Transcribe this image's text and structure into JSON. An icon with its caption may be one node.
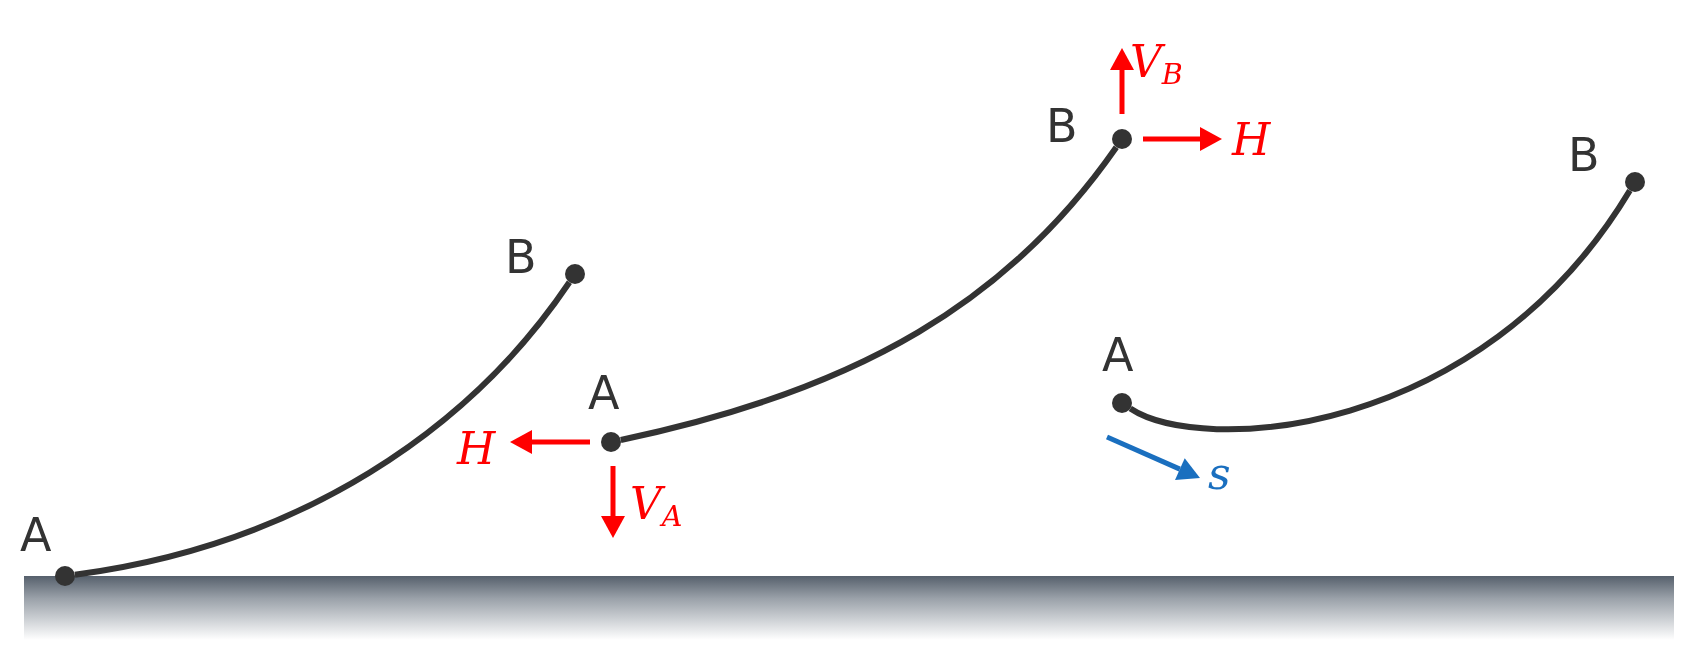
{
  "diagram": {
    "nodes": [
      {
        "text": [],
        "shape": "circle",
        "beside": [
          "A"
        ]
      },
      {
        "text": [],
        "shape": "circle",
        "beside": [
          "B"
        ]
      },
      {
        "text": [],
        "shape": "circle",
        "beside": [
          "A"
        ]
      },
      {
        "text": [],
        "shape": "circle",
        "beside": [
          "B"
        ]
      },
      {
        "text": [],
        "shape": "circle",
        "beside": [
          "A"
        ]
      },
      {
        "text": [],
        "shape": "circle",
        "beside": [
          "B"
        ]
      }
    ],
    "edges": [
      {
        "from": 0,
        "to": 1,
        "arrow": "none"
      },
      {
        "from": 2,
        "to": 3,
        "arrow": "none"
      },
      {
        "from": 4,
        "to": 5,
        "arrow": "none"
      }
    ],
    "labels": [
      "V$_{B}$",
      "H",
      "H",
      "V$_{A}$",
      "s"
    ]
  }
}
